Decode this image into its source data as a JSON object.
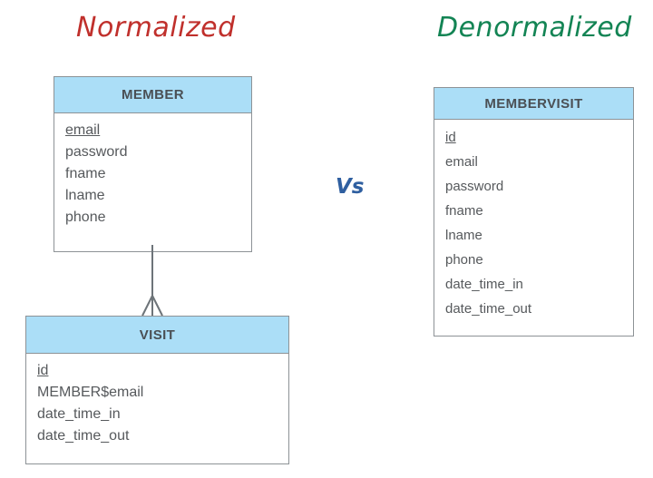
{
  "diagram": {
    "type": "entity-relationship-comparison",
    "titles": {
      "left": "Normalized",
      "right": "Denormalized",
      "separator": "Vs"
    },
    "colors": {
      "left_title": "#c0302c",
      "right_title": "#138454",
      "separator": "#2f5fa0",
      "entity_header_fill": "#abdef7",
      "entity_border": "#8d9296",
      "field_text": "#56595c",
      "connector": "#6d7479"
    },
    "entities": [
      {
        "name": "member-entity",
        "title": "MEMBER",
        "fields": [
          {
            "label": "email",
            "primary_key": true
          },
          {
            "label": "password",
            "primary_key": false
          },
          {
            "label": "fname",
            "primary_key": false
          },
          {
            "label": "lname",
            "primary_key": false
          },
          {
            "label": "phone",
            "primary_key": false
          }
        ]
      },
      {
        "name": "visit-entity",
        "title": "VISIT",
        "fields": [
          {
            "label": "id",
            "primary_key": true
          },
          {
            "label": "MEMBER$email",
            "primary_key": false
          },
          {
            "label": "date_time_in",
            "primary_key": false
          },
          {
            "label": "date_time_out",
            "primary_key": false
          }
        ]
      },
      {
        "name": "membervisit-entity",
        "title": "MEMBERVISIT",
        "fields": [
          {
            "label": "id",
            "primary_key": true
          },
          {
            "label": "email",
            "primary_key": false
          },
          {
            "label": "password",
            "primary_key": false
          },
          {
            "label": "fname",
            "primary_key": false
          },
          {
            "label": "lname",
            "primary_key": false
          },
          {
            "label": "phone",
            "primary_key": false
          },
          {
            "label": "date_time_in",
            "primary_key": false
          },
          {
            "label": "date_time_out",
            "primary_key": false
          }
        ]
      }
    ],
    "relationship": {
      "name": "member-to-visit",
      "from": "MEMBER",
      "to": "VISIT",
      "notation": "crows-foot",
      "cardinality": "one-to-many"
    }
  }
}
